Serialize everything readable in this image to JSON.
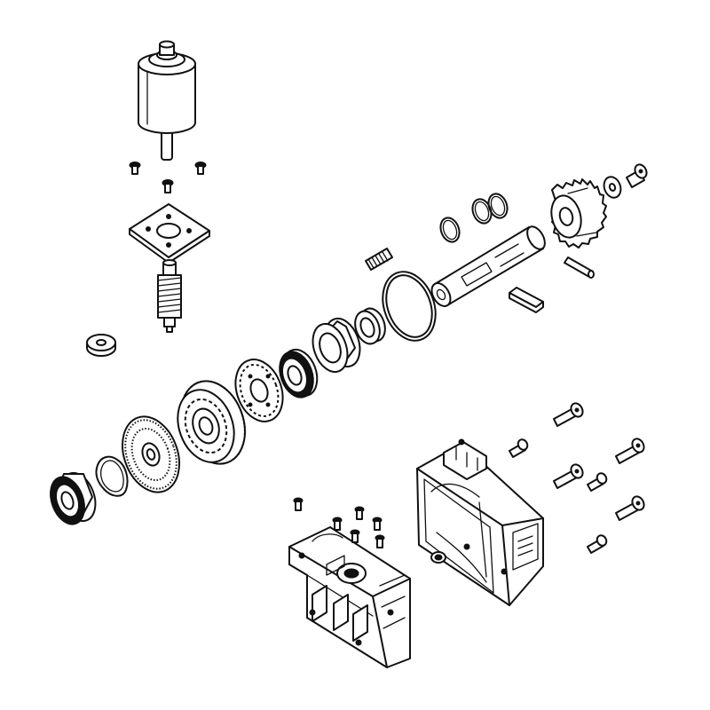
{
  "figure": {
    "type": "exploded-assembly-drawing",
    "text_labels": [],
    "colors": {
      "line": "#111111",
      "fill": "#ffffff",
      "background": "#ffffff"
    },
    "parts": [
      "motor",
      "motor-screw",
      "motor-mount-plate",
      "worm-gear-shaft",
      "spacer-washer",
      "bearing",
      "wave-washer",
      "bevel-gear",
      "spur-gear",
      "clutch-disc",
      "bearing-sleeve",
      "o-ring",
      "output-shaft",
      "retaining-ring",
      "drive-sprocket",
      "flat-washer",
      "cap-screw",
      "dowel-pin",
      "key",
      "set-screw",
      "gearbox-housing",
      "gearbox-cover"
    ]
  }
}
